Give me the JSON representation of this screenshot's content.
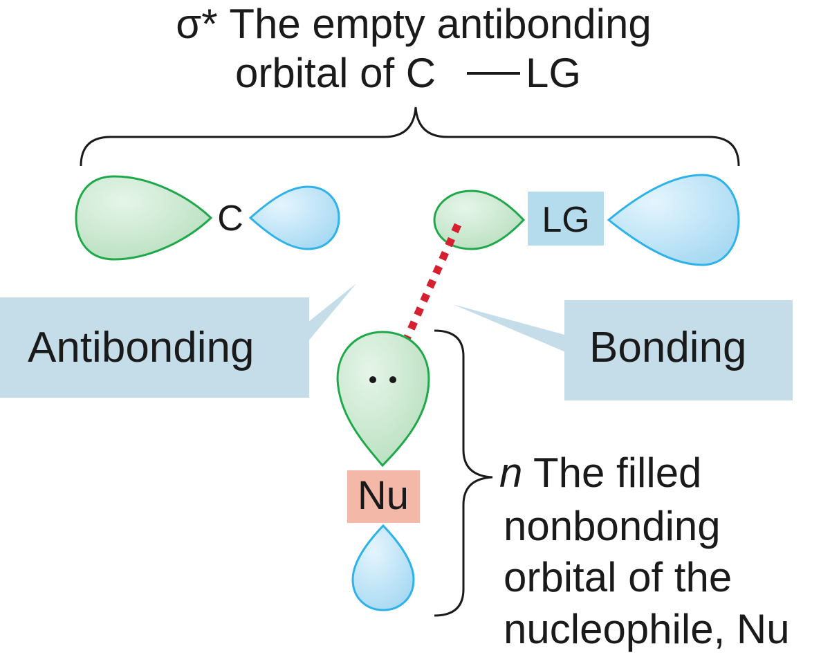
{
  "top_caption": {
    "symbol": "σ*",
    "line1_rest": "The empty antibonding",
    "line2_start": "orbital of C",
    "line2_end": "LG"
  },
  "atoms": {
    "carbon": "C",
    "leaving_group": "LG",
    "nucleophile": "Nu"
  },
  "callouts": {
    "left": "Antibonding",
    "right": "Bonding"
  },
  "side_caption": {
    "symbol": "n",
    "line1_rest": "The filled",
    "line2": "nonbonding",
    "line3": "orbital of the",
    "line4": "nucleophile, Nu"
  },
  "colors": {
    "green_lobe": "#c9e8cf",
    "green_outline": "#1fa84a",
    "blue_lobe": "#bfe4f6",
    "blue_outline": "#2fb2e8",
    "lg_box": "#b4dcec",
    "nu_box": "#f4b8a8",
    "callout_box": "#c4dde9",
    "dashed_line": "#d6202f",
    "text": "#1a1a1a"
  }
}
